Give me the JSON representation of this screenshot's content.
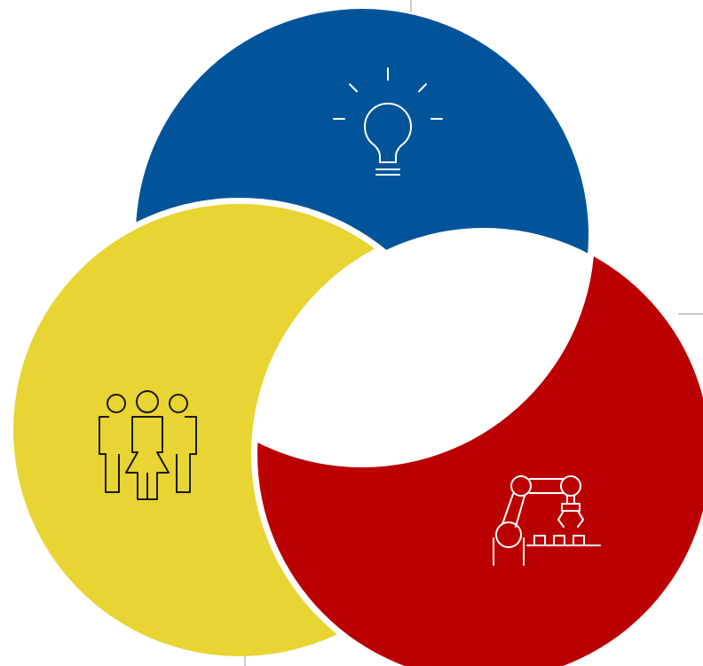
{
  "diagram": {
    "type": "three-part interlocking crescent diagram",
    "segments": [
      {
        "id": "idea",
        "color": "#02549A",
        "icon": "lightbulb-icon",
        "icon_color": "#ffffff"
      },
      {
        "id": "automation",
        "color": "#BA0000",
        "icon": "robotic-arm-icon",
        "icon_color": "#ffffff"
      },
      {
        "id": "people",
        "color": "#E8D432",
        "icon": "people-group-icon",
        "icon_color": "#1a1a1a"
      }
    ],
    "background": "#ffffff",
    "guide_line_color": "#9a9a9a"
  }
}
